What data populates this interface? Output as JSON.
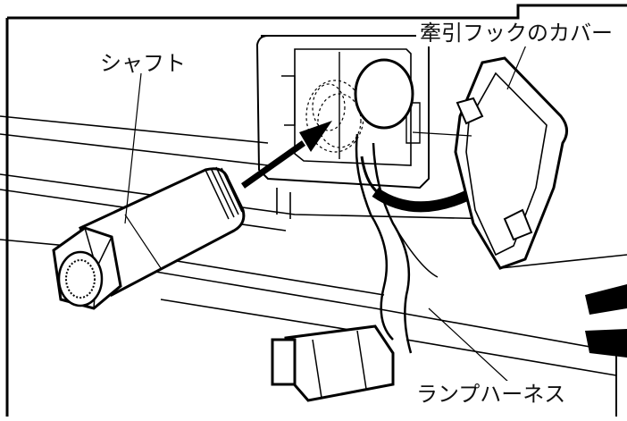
{
  "labels": {
    "shaft": "シャフト",
    "tow_hook_cover": "牽引フックのカバー",
    "lamp_harness": "ランプハーネス"
  }
}
